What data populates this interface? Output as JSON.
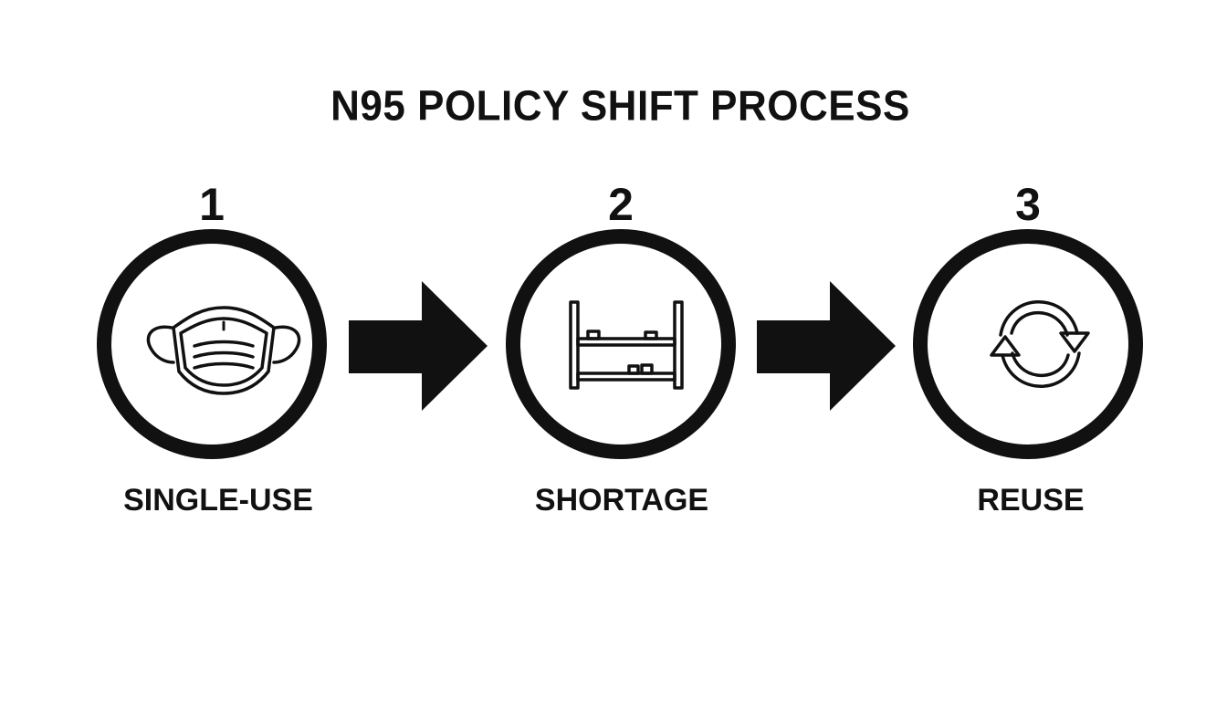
{
  "diagram": {
    "title": "N95 POLICY SHIFT PROCESS",
    "steps": [
      {
        "number": "1",
        "label": "SINGLE-USE",
        "icon": "face-mask-icon"
      },
      {
        "number": "2",
        "label": "SHORTAGE",
        "icon": "empty-shelf-icon"
      },
      {
        "number": "3",
        "label": "REUSE",
        "icon": "recycle-arrows-icon"
      }
    ],
    "connectors": [
      "arrow-right-icon",
      "arrow-right-icon"
    ]
  }
}
